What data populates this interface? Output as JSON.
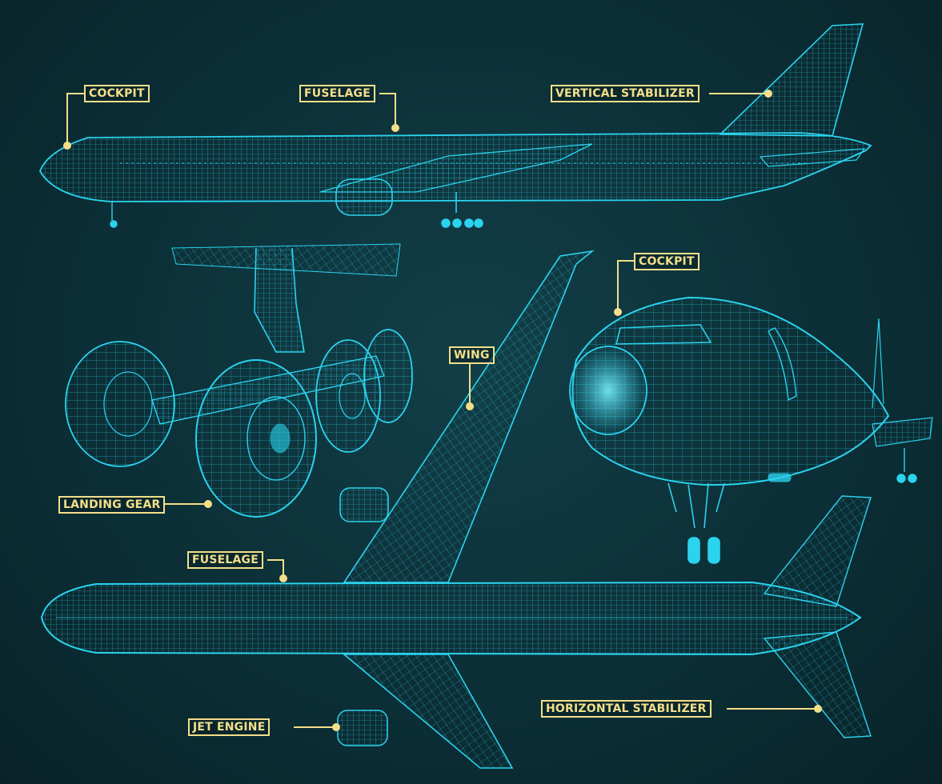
{
  "colors": {
    "background": "#0c2f37",
    "wireframe": "#2bd3ee",
    "label": "#f3df8a"
  },
  "labels": {
    "side_cockpit": "COCKPIT",
    "side_fuselage": "FUSELAGE",
    "vertical_stabilizer": "VERTICAL STABILIZER",
    "front_cockpit": "COCKPIT",
    "wing": "WING",
    "landing_gear": "LANDING GEAR",
    "top_fuselage": "FUSELAGE",
    "jet_engine": "JET ENGINE",
    "horizontal_stabilizer": "HORIZONTAL STABILIZER"
  },
  "views": [
    "side-view",
    "landing-gear-detail",
    "front-three-quarter-view",
    "top-view"
  ]
}
